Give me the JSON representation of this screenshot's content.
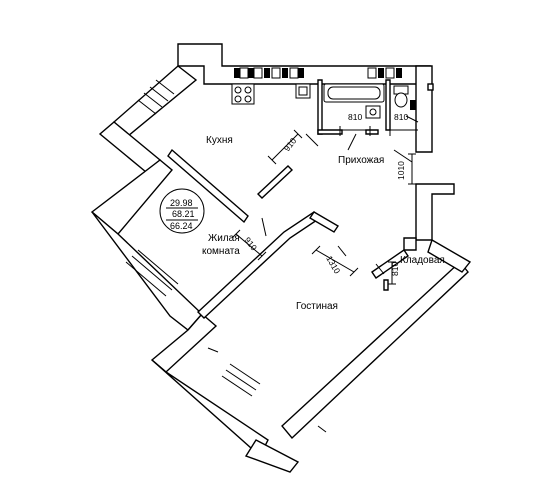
{
  "rooms": {
    "kitchen": "Кухня",
    "hall": "Прихожая",
    "living_line1": "Жилая",
    "living_line2": "комната",
    "lounge": "Гостиная",
    "storage": "Кладовая"
  },
  "areas": {
    "living": "29.98",
    "total": "68.21",
    "net": "66.24"
  },
  "dimensions": {
    "kitchen_door": "910",
    "bath_door": "810",
    "wc_door": "810",
    "entrance_door": "1010",
    "living_door": "910",
    "lounge_door": "1310",
    "storage_door": "810"
  }
}
